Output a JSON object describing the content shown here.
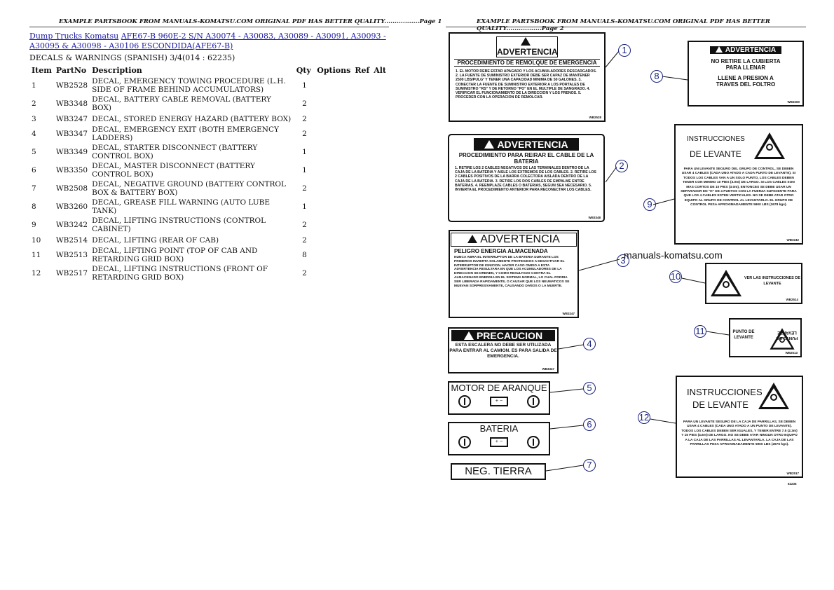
{
  "header": {
    "left_text": "EXAMPLE PARTSBOOK FROM MANUALS-KOMATSU.COM ORIGINAL PDF HAS BETTER QUALITY.................Page 1",
    "right_text": "EXAMPLE PARTSBOOK FROM MANUALS-KOMATSU.COM ORIGINAL PDF HAS BETTER QUALITY.................Page 2"
  },
  "breadcrumb": {
    "link1": "Dump Trucks Komatsu",
    "link2": "AFE67-B 960E-2 S/N A30074 - A30083, A30089 - A30091, A30093 - A30095 & A30098 - A30106 ESCONDIDA(AFE67-B)"
  },
  "subtitle": "DECALS & WARNINGS (SPANISH) 3/4(014 : 62235)",
  "table": {
    "headers": [
      "Item",
      "PartNo",
      "Description",
      "Qty",
      "Options",
      "Ref",
      "Alt"
    ],
    "rows": [
      {
        "item": "1",
        "part": "WB2528",
        "desc": "DECAL, EMERGENCY TOWING PROCEDURE (L.H. SIDE OF FRAME BEHIND ACCUMULATORS)",
        "qty": "1"
      },
      {
        "item": "2",
        "part": "WB3348",
        "desc": "DECAL, BATTERY CABLE REMOVAL (BATTERY BOX)",
        "qty": "2"
      },
      {
        "item": "3",
        "part": "WB3247",
        "desc": "DECAL, STORED ENERGY HAZARD (BATTERY BOX)",
        "qty": "2"
      },
      {
        "item": "4",
        "part": "WB3347",
        "desc": "DECAL, EMERGENCY EXIT (BOTH EMERGENCY LADDERS)",
        "qty": "2"
      },
      {
        "item": "5",
        "part": "WB3349",
        "desc": "DECAL, STARTER DISCONNECT (BATTERY CONTROL BOX)",
        "qty": "1"
      },
      {
        "item": "6",
        "part": "WB3350",
        "desc": "DECAL, MASTER DISCONNECT (BATTERY CONTROL BOX)",
        "qty": "1"
      },
      {
        "item": "7",
        "part": "WB2508",
        "desc": "DECAL, NEGATIVE GROUND (BATTERY CONTROL BOX & BATTERY BOX)",
        "qty": "2"
      },
      {
        "item": "8",
        "part": "WB3260",
        "desc": "DECAL, GREASE FILL WARNING (AUTO LUBE TANK)",
        "qty": "1"
      },
      {
        "item": "9",
        "part": "WB3242",
        "desc": "DECAL, LIFTING INSTRUCTIONS (CONTROL CABINET)",
        "qty": "2"
      },
      {
        "item": "10",
        "part": "WB2514",
        "desc": "DECAL, LIFTING (REAR OF CAB)",
        "qty": "2"
      },
      {
        "item": "11",
        "part": "WB2513",
        "desc": "DECAL, LIFTING POINT (TOP OF CAB AND RETARDING GRID BOX)",
        "qty": "8"
      },
      {
        "item": "12",
        "part": "WB2517",
        "desc": "DECAL, LIFTING INSTRUCTIONS (FRONT OF RETARDING GRID BOX)",
        "qty": "2"
      }
    ]
  },
  "diagram": {
    "watermark": "manuals-komatsu.com",
    "figure_code": "62235",
    "callouts": [
      "1",
      "2",
      "3",
      "4",
      "5",
      "6",
      "7",
      "8",
      "9",
      "10",
      "11",
      "12"
    ],
    "decal1": {
      "banner": "ADVERTENCIA",
      "title": "PROCEDIMIENTO DE REMOLQUE DE EMERGENCIA",
      "body": "1. EL MOTOR DEBE ESTAR APAGADO Y LOS ACUMULADORES DESCARGADOS. 2. LA FUENTE DE SUMINISTRO EXTERIOR DEBE SER CAPAZ DE MANTENER 2500 LBS/PULG² Y TENER UNA CAPACIDAD MINIMA DE 50 GALONES. 3. CONECTAR LA FUENTE DE SUMINISTRO EXTERIOR A LOS PORTALES DE SUMINISTRO \"RS\" Y DE RETORNO \"PO\" EN EL MULTIPLE DE SANGRADO. 4. VERIFICAR EL FUNCIONAMIENTO DE LA DIRECCION Y LOS FRENOS. 5. PROCEDER CON LA OPERACION DE REMOLCAR.",
      "code": "WB2528"
    },
    "decal2": {
      "banner": "ADVERTENCIA",
      "title": "PROCEDIMIENTO PARA REIRAR EL CABLE DE LA BATERIA",
      "body": "1. RETIRE LOS 2 CABLES NEGATIVOS DE LAS TERMINALES DENTRO DE LA CAJA DE LA BATERIA Y AISLE LOS EXTREMOS DE LOS CABLES. 2. RETIRE LOS 2 CABLES POSITIVOS DE LA BARRA COLECTORA AISLADA DENTRO DE LA CAJA DE LA BATERIA. 3. RETIRE LOS DOS CABLES DE EMPALME ENTRE BATERIAS. 4. REEMPLAZE CABLES O BATERIAS, SEGUN SEA NECESARIO. 5. INVIERTA EL PROCEDIMIENTO ANTERIOR PARA RECONECTAR LOS CABLES.",
      "code": "WB3348"
    },
    "decal3": {
      "banner": "ADVERTENCIA",
      "title": "PELIGRO ENERGIA ALMACENADA",
      "body": "NUNCA ABRA EL INTERRUPTOR DE LA BATERIA DURANTE LOS PRIMEROS INVIERTA SOLAMENTE PROTEGIDOS A DESACTIVAR EL INTERRUPTOR DE IGNICION. HACER CASO OMISO A ESTA ADVERTENCIA RESULTARA EN QUE LOS ACUMULADORES DE LA DIRECCION SE DRENEN, Y COMO RESULTADO CONTRA EL ALMACENADO ENERGIA EN EL SISTEMA NORMAL, LO CUAL PODRIA SER LIBERADA RAPIDAMENTE, O CAUSAR QUE LOS NEUMATICOS SE MUEVAN SORPRESIVAMENTE, CAUSANDO DAÑOS O LA MUERTE.",
      "code": "WB3247"
    },
    "decal4": {
      "banner": "PRECAUCION",
      "body": "ESTA ESCALERA NO DEBE SER UTILIZADA PARA ENTRAR AL CAMION. ES PARA SALIDA DE EMERGENCIA.",
      "code": "WB3347"
    },
    "decal5": {
      "title": "MOTOR DE ARANQUE",
      "plus": "+",
      "minus": "−"
    },
    "decal6": {
      "title": "BATERIA",
      "plus": "+",
      "minus": "−"
    },
    "decal7": {
      "title": "NEG. TIERRA"
    },
    "decal8": {
      "banner": "ADVERTENCIA",
      "line1": "NO RETIRE LA CUBIERTA PARA LLENAR",
      "line2": "LLENE A PRESION A TRAVES DEL FOLTRO",
      "code": "WB3260"
    },
    "decal9": {
      "title1": "INSTRUCCIONES",
      "title2": "DE LEVANTE",
      "body": "PARA UN LEVANTE SEGURO DEL GRUPO DE CONTROL, SE DEBEN USAR 4 CABLES (CADA UNO ATADO A CADA PUNTO DE LEVANTE). SI TODOS LOS CABLES VAN A UN SOLO PUNTO, LOS CABLES DEBEN TENER CON MINIMO 10 PIES (3.0m) DE LARGO. SI LOS CABLES SON MAS CORTOS DE 10 PIES (3.0m), ENTONCES SE DEBE USAR UN SEPARADOR EN \"H\" DE 4 PUNTOS CON LA FUERZA SUFICIENTE PARA QUE LOS 4 CABLES ESTEN VERTICALES. NO SE DEBE ATAR OTRO EQUIPO AL GRUPO DE CONTROL AL LEVANTARLO. EL GRUPO DE CONTROL PESA APROXIMADAMENTE 5900 LBS (2678 kgs).",
      "code": "WB3242"
    },
    "decal10": {
      "text": "VER LAS INSTRUCCIONES DE LEVANTE",
      "code": "WB2514"
    },
    "decal11": {
      "text": "PUNTO DE LEVANTE",
      "code": "WB2513"
    },
    "decal12": {
      "title1": "INSTRUCCIONES",
      "title2": "DE LEVANTE",
      "body": "PARA UN LEVANTE SEGURO DE LA CAJA DE PARRILLAS, SE DEBEN USAR 4 CABLES (CADA UNO ATADO A UN PUNTO DE LEVANTE). TODOS LOS CABLES DEBEN SER IGUALES, Y TENER ENTRE 7.5 (2.3m) Y 15 PIES (4.6m) DE LARGO. NO SE DEBE ATAR NINGUN OTRO EQUIPO A LA CAJA DE LAS PARRILLAS AL LEVANTARLA. LA CAJA DE LAS PARRILLAS PESA APROXIMADAMENTE 5900 LBS (2676 kgs).",
      "code": "WB2517"
    }
  }
}
